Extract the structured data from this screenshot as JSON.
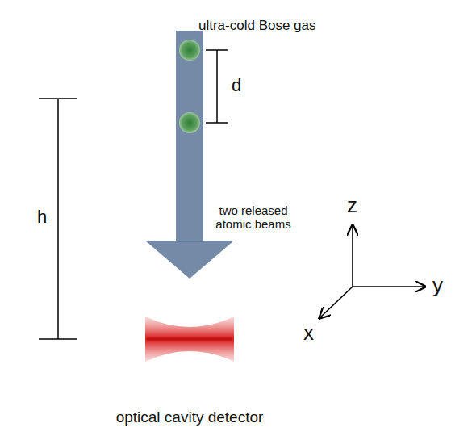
{
  "diagram": {
    "nodes": [
      {
        "text": [
          "ultra-cold Bose gas"
        ]
      },
      {
        "text": [
          "optical cavity detector"
        ]
      }
    ],
    "labels": [
      "d",
      "h",
      "two released atomic beams",
      "z",
      "y",
      "x"
    ]
  }
}
